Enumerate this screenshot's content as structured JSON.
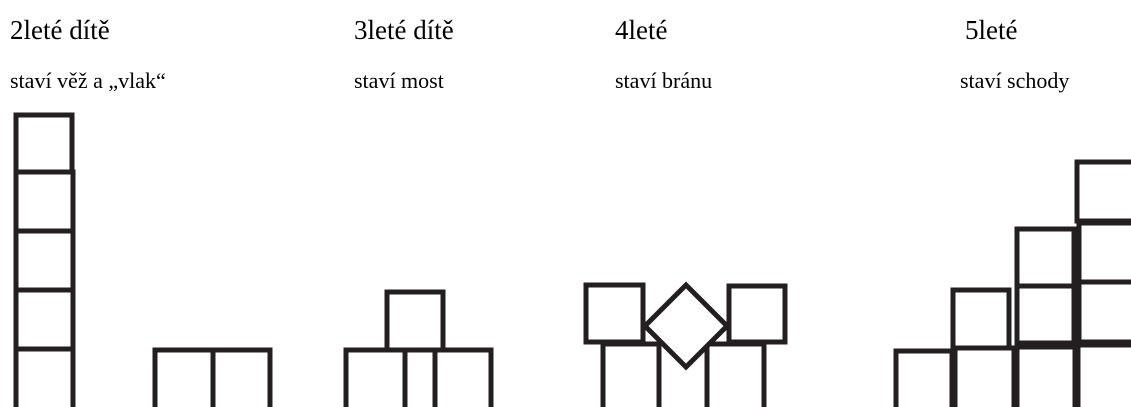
{
  "columns": [
    {
      "title": "2leté dítě",
      "subtitle": "staví věž a „vlak“"
    },
    {
      "title": "3leté dítě",
      "subtitle": "staví most"
    },
    {
      "title": "4leté",
      "subtitle": "staví bránu"
    },
    {
      "title": "5leté",
      "subtitle": "staví schody"
    }
  ],
  "colors": {
    "block_stroke": "#231f20",
    "block_fill": "#ffffff",
    "text": "#000000"
  }
}
